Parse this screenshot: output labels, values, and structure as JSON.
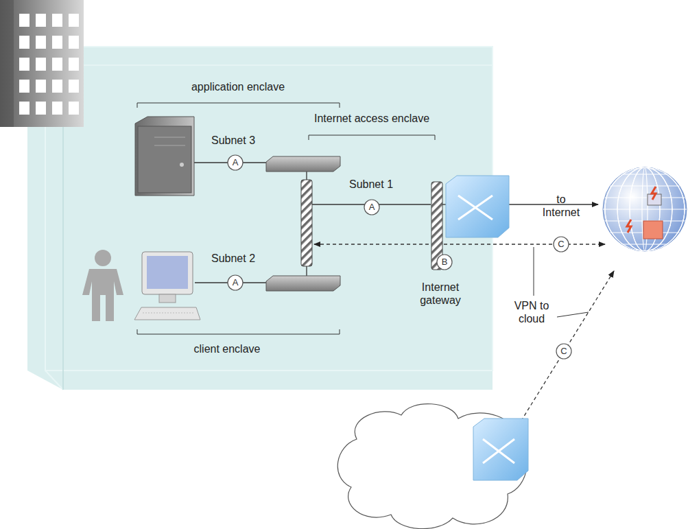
{
  "diagram": {
    "labels": [
      "application enclave",
      "Internet access enclave",
      "Subnet 3",
      "A",
      "Subnet 1",
      "A",
      "to Internet",
      "Subnet 2",
      "A",
      "C",
      "B",
      "Internet gateway",
      "VPN to cloud",
      "C",
      "client enclave"
    ]
  }
}
